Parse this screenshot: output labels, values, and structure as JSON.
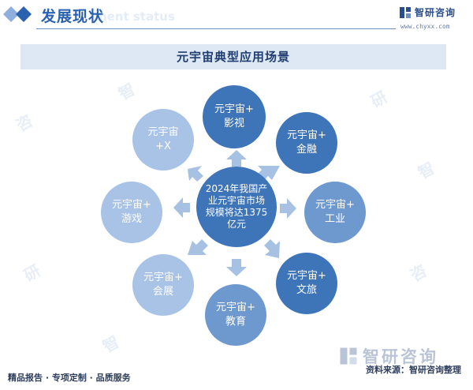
{
  "header": {
    "title": "发展现状",
    "ghost_text": "ment status",
    "brand_name": "智研咨询",
    "brand_url": "www.chyxx.com"
  },
  "banner": {
    "title": "元宇宙典型应用场景"
  },
  "diagram": {
    "center": "2024年我国产业元宇宙市场规模将达1375亿元",
    "nodes": {
      "film": [
        "元宇宙+",
        "影视"
      ],
      "finance": [
        "元宇宙+",
        "金融"
      ],
      "industry": [
        "元宇宙+",
        "工业"
      ],
      "tourism": [
        "元宇宙+",
        "文旅"
      ],
      "education": [
        "元宇宙+",
        "教育"
      ],
      "exhibition": [
        "元宇宙+",
        "会展"
      ],
      "gaming": [
        "元宇宙+",
        "游戏"
      ],
      "x": [
        "元宇宙",
        "+X"
      ]
    },
    "colors": {
      "dark": "#3e74b8",
      "medium": "#6d99cf",
      "light": "#a8c3e6",
      "arrow": "#a6c1e2"
    }
  },
  "footer": {
    "left": "精品报告 · 专项定制 · 品质服务",
    "logo_text": "智研咨询",
    "source": "资料来源：智研咨询整理"
  }
}
